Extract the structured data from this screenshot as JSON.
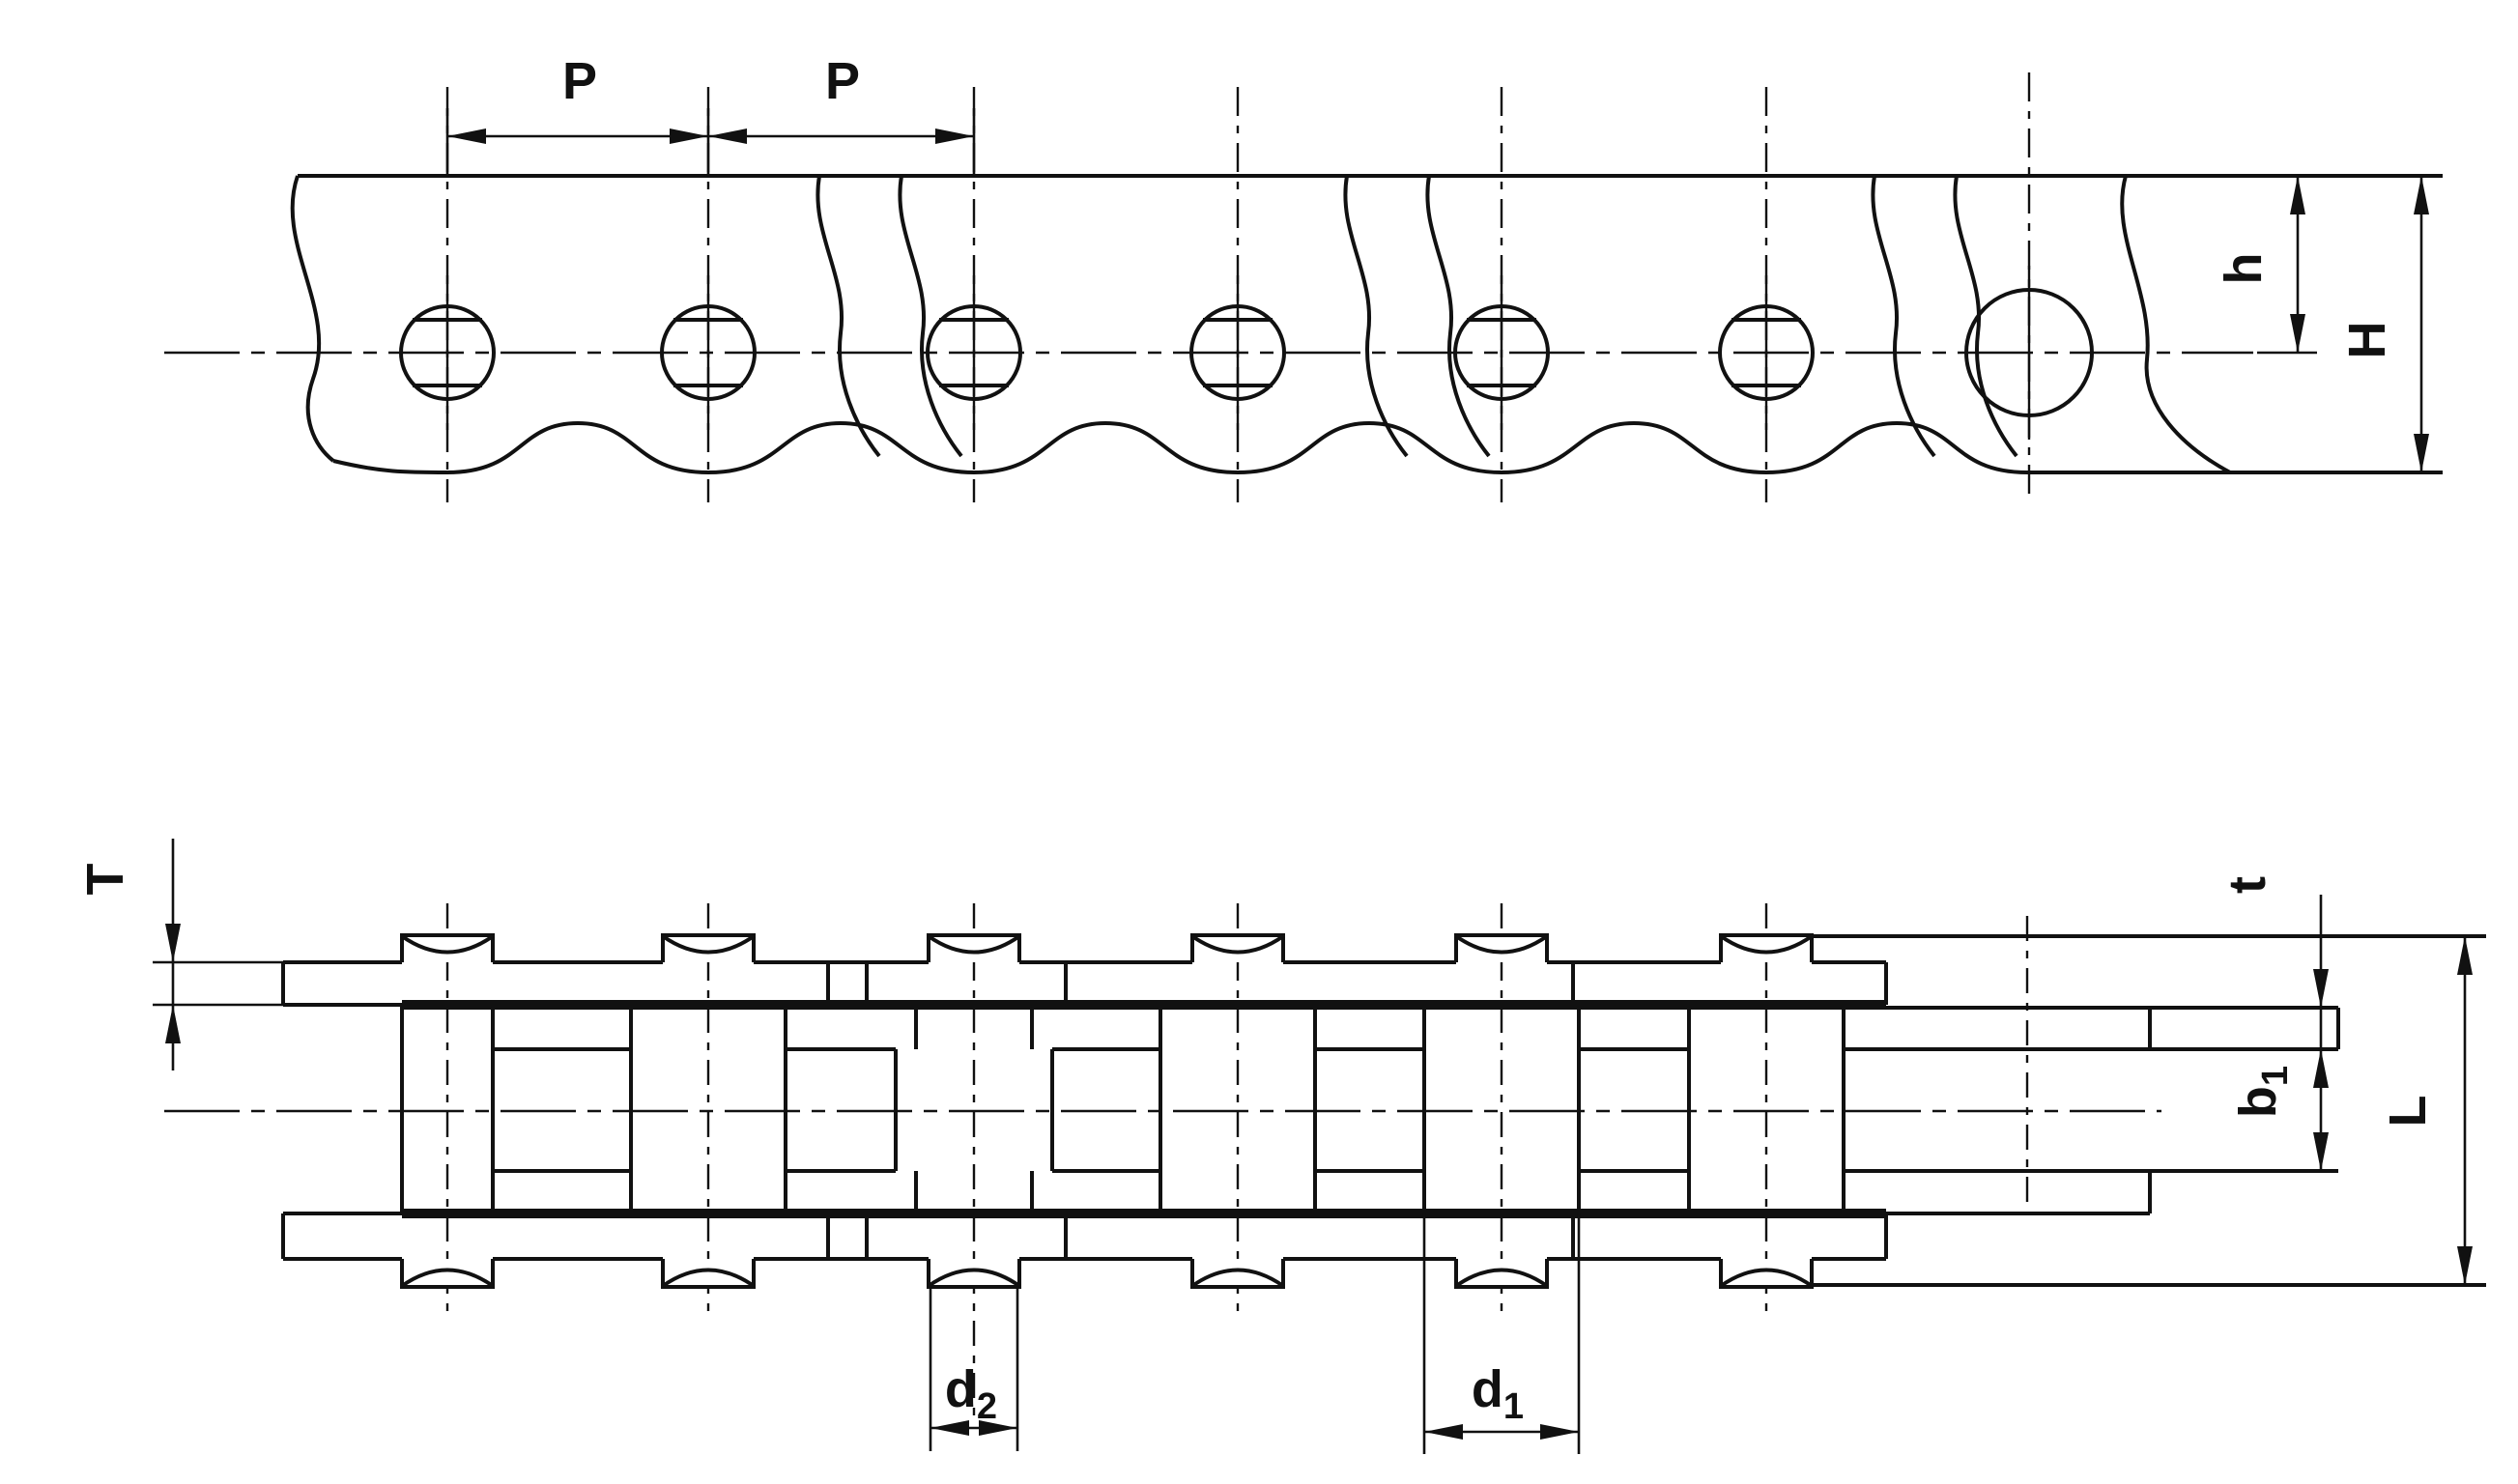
{
  "labels": {
    "pitch_1": "P",
    "pitch_2": "P",
    "link_plate_height": "h",
    "chain_plate_height": "H",
    "outer_plate_thickness": "T",
    "inner_plate_thickness": "t",
    "inner_width_base": "b",
    "inner_width_sub": "1",
    "pin_length": "L",
    "pin_diameter_base": "d",
    "pin_diameter_sub": "2",
    "roller_diameter_base": "d",
    "roller_diameter_sub": "1"
  },
  "colors": {
    "ink": "#111111",
    "paper": "#ffffff"
  }
}
